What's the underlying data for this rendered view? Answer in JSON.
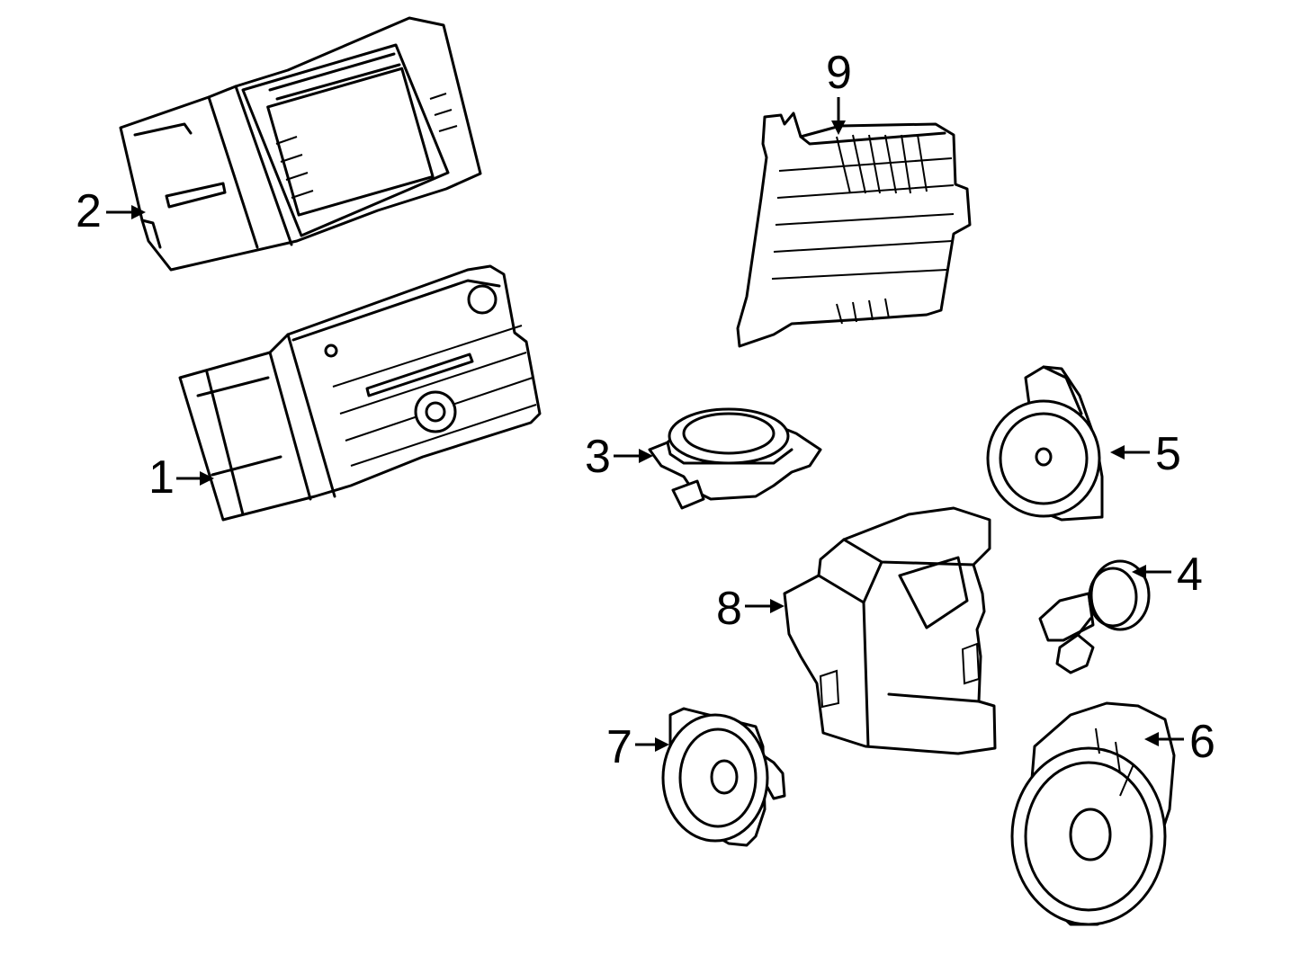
{
  "callouts": [
    {
      "id": "1",
      "label": "1"
    },
    {
      "id": "2",
      "label": "2"
    },
    {
      "id": "3",
      "label": "3"
    },
    {
      "id": "4",
      "label": "4"
    },
    {
      "id": "5",
      "label": "5"
    },
    {
      "id": "6",
      "label": "6"
    },
    {
      "id": "7",
      "label": "7"
    },
    {
      "id": "8",
      "label": "8"
    },
    {
      "id": "9",
      "label": "9"
    }
  ],
  "parts": [
    {
      "callout": "1",
      "icon": "radio-receiver-icon"
    },
    {
      "callout": "2",
      "icon": "navigation-display-unit-icon"
    },
    {
      "callout": "3",
      "icon": "tweeter-speaker-icon"
    },
    {
      "callout": "4",
      "icon": "small-speaker-icon"
    },
    {
      "callout": "5",
      "icon": "door-speaker-icon"
    },
    {
      "callout": "6",
      "icon": "front-door-speaker-icon"
    },
    {
      "callout": "7",
      "icon": "rear-speaker-icon"
    },
    {
      "callout": "8",
      "icon": "subwoofer-enclosure-icon"
    },
    {
      "callout": "9",
      "icon": "amplifier-icon"
    }
  ]
}
